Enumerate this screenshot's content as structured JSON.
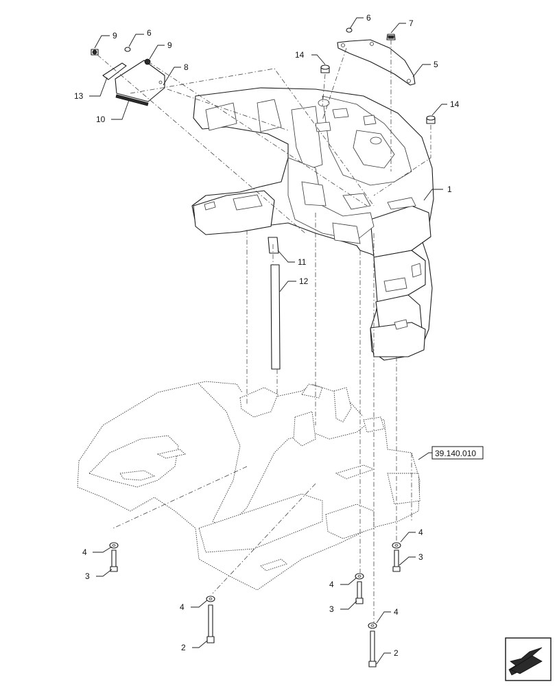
{
  "callouts": {
    "c9a": "9",
    "c6a": "6",
    "c9b": "9",
    "c8": "8",
    "c13": "13",
    "c10": "10",
    "c6b": "6",
    "c7": "7",
    "c5": "5",
    "c14a": "14",
    "c14b": "14",
    "c1": "1",
    "c11": "11",
    "c12": "12",
    "c4a": "4",
    "c3a": "3",
    "c4b": "4",
    "c3b": "3",
    "c4c": "4",
    "c2a": "2",
    "c4d": "4",
    "c3c": "3",
    "c4e": "4",
    "c2b": "2"
  },
  "reference": {
    "label": "39.140.010"
  },
  "icons": {
    "navigation": "arrow-icon"
  }
}
